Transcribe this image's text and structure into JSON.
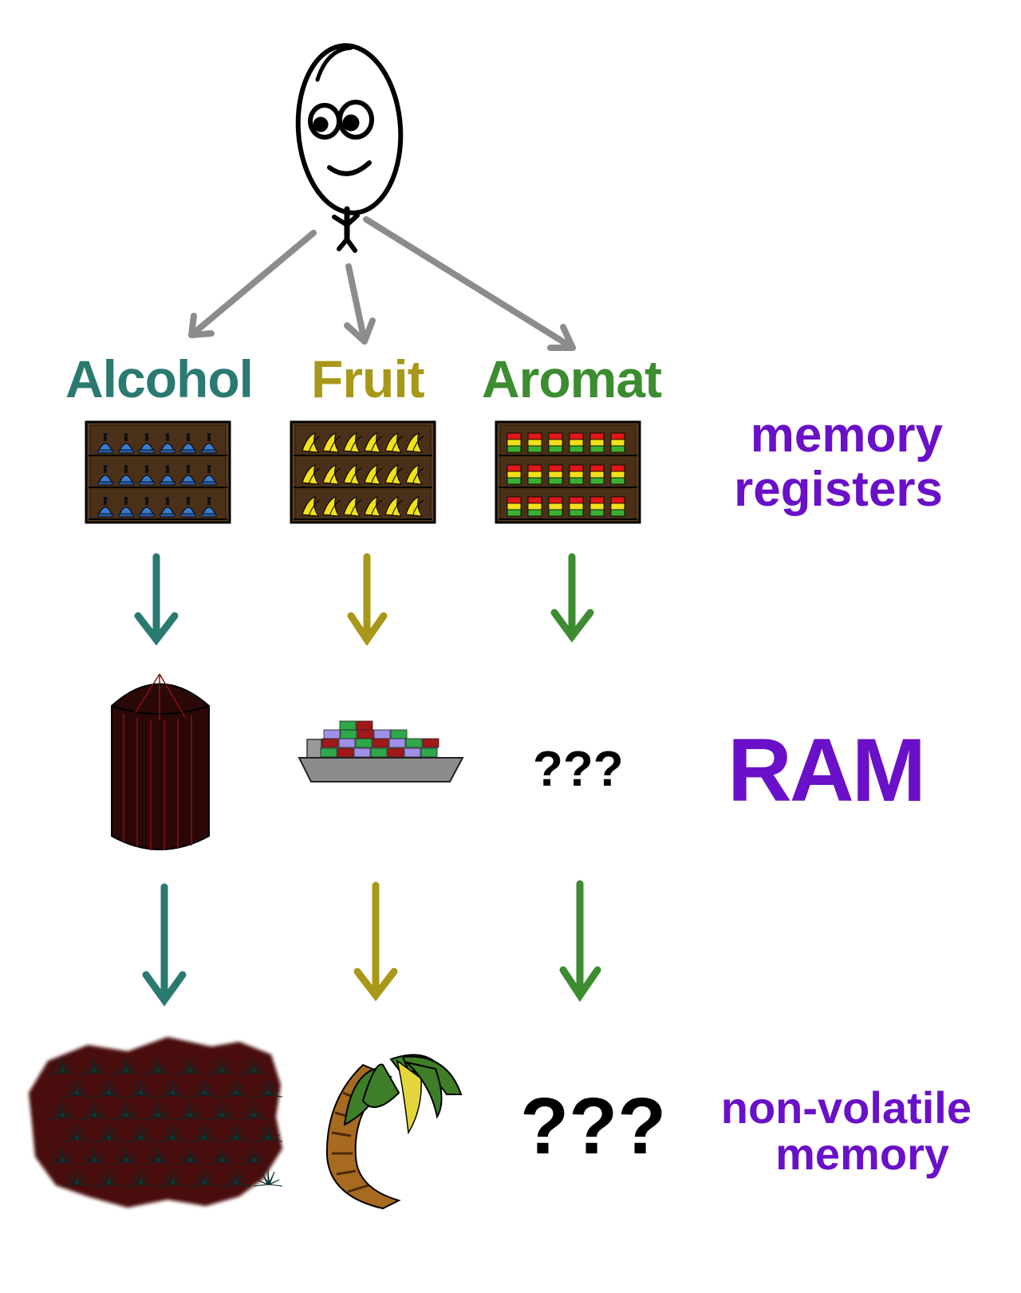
{
  "categories": [
    {
      "id": "alcohol",
      "label": "Alcohol",
      "color": "#2a7a72"
    },
    {
      "id": "fruit",
      "label": "Fruit",
      "color": "#a8981a"
    },
    {
      "id": "aromat",
      "label": "Aromat",
      "color": "#3c8c30"
    }
  ],
  "levels": {
    "registers": {
      "line1": "memory",
      "line2": "registers"
    },
    "ram": {
      "label": "RAM"
    },
    "nonvolatile": {
      "line1": "non-volatile",
      "line2": "memory"
    }
  },
  "unknown": {
    "ram": "???",
    "nonvolatile": "???"
  },
  "colors": {
    "level_text": "#6a10c8",
    "pointer_arrow": "#8c8c8c",
    "shelf_wood": "#5a3e1e",
    "silo": "#2a0808",
    "field": "#4a0c0c",
    "plant": "#2f7c74"
  },
  "icons": {
    "person": "stick-figure-icon",
    "alcohol_register": "bottle-shelf-icon",
    "fruit_register": "banana-shelf-icon",
    "aromat_register": "jar-shelf-icon",
    "alcohol_ram": "silo-icon",
    "fruit_ram": "cargo-ship-icon",
    "alcohol_storage": "agave-field-icon",
    "fruit_storage": "banana-palm-icon"
  }
}
